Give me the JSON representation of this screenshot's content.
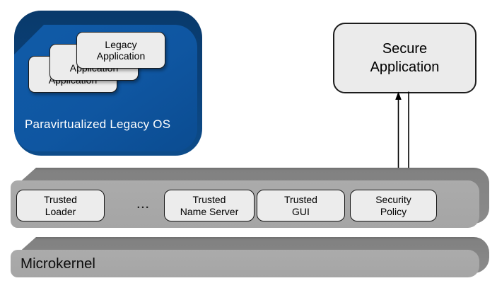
{
  "legacy_os": {
    "label": "Paravirtualized Legacy OS",
    "apps": [
      {
        "label": "Legacy\nApplication"
      },
      {
        "label": "Legacy\nApplication"
      },
      {
        "label": "Legacy\nApplication"
      }
    ],
    "colors": {
      "face": "#0f56a1",
      "edge": "#0a4078",
      "text": "#ffffff"
    }
  },
  "secure_app": {
    "label": "Secure\nApplication"
  },
  "trusted_layer": {
    "items": [
      {
        "label": "Trusted\nLoader"
      },
      {
        "label": "Trusted\nName Server"
      },
      {
        "label": "Trusted\nGUI"
      },
      {
        "label": "Security\nPolicy"
      }
    ],
    "ellipsis": "...",
    "colors": {
      "face": "#a7a7a7",
      "edge": "#828282"
    }
  },
  "microkernel": {
    "label": "Microkernel"
  },
  "component_box": {
    "fill": "#ececec",
    "border": "#1a1a1a"
  }
}
